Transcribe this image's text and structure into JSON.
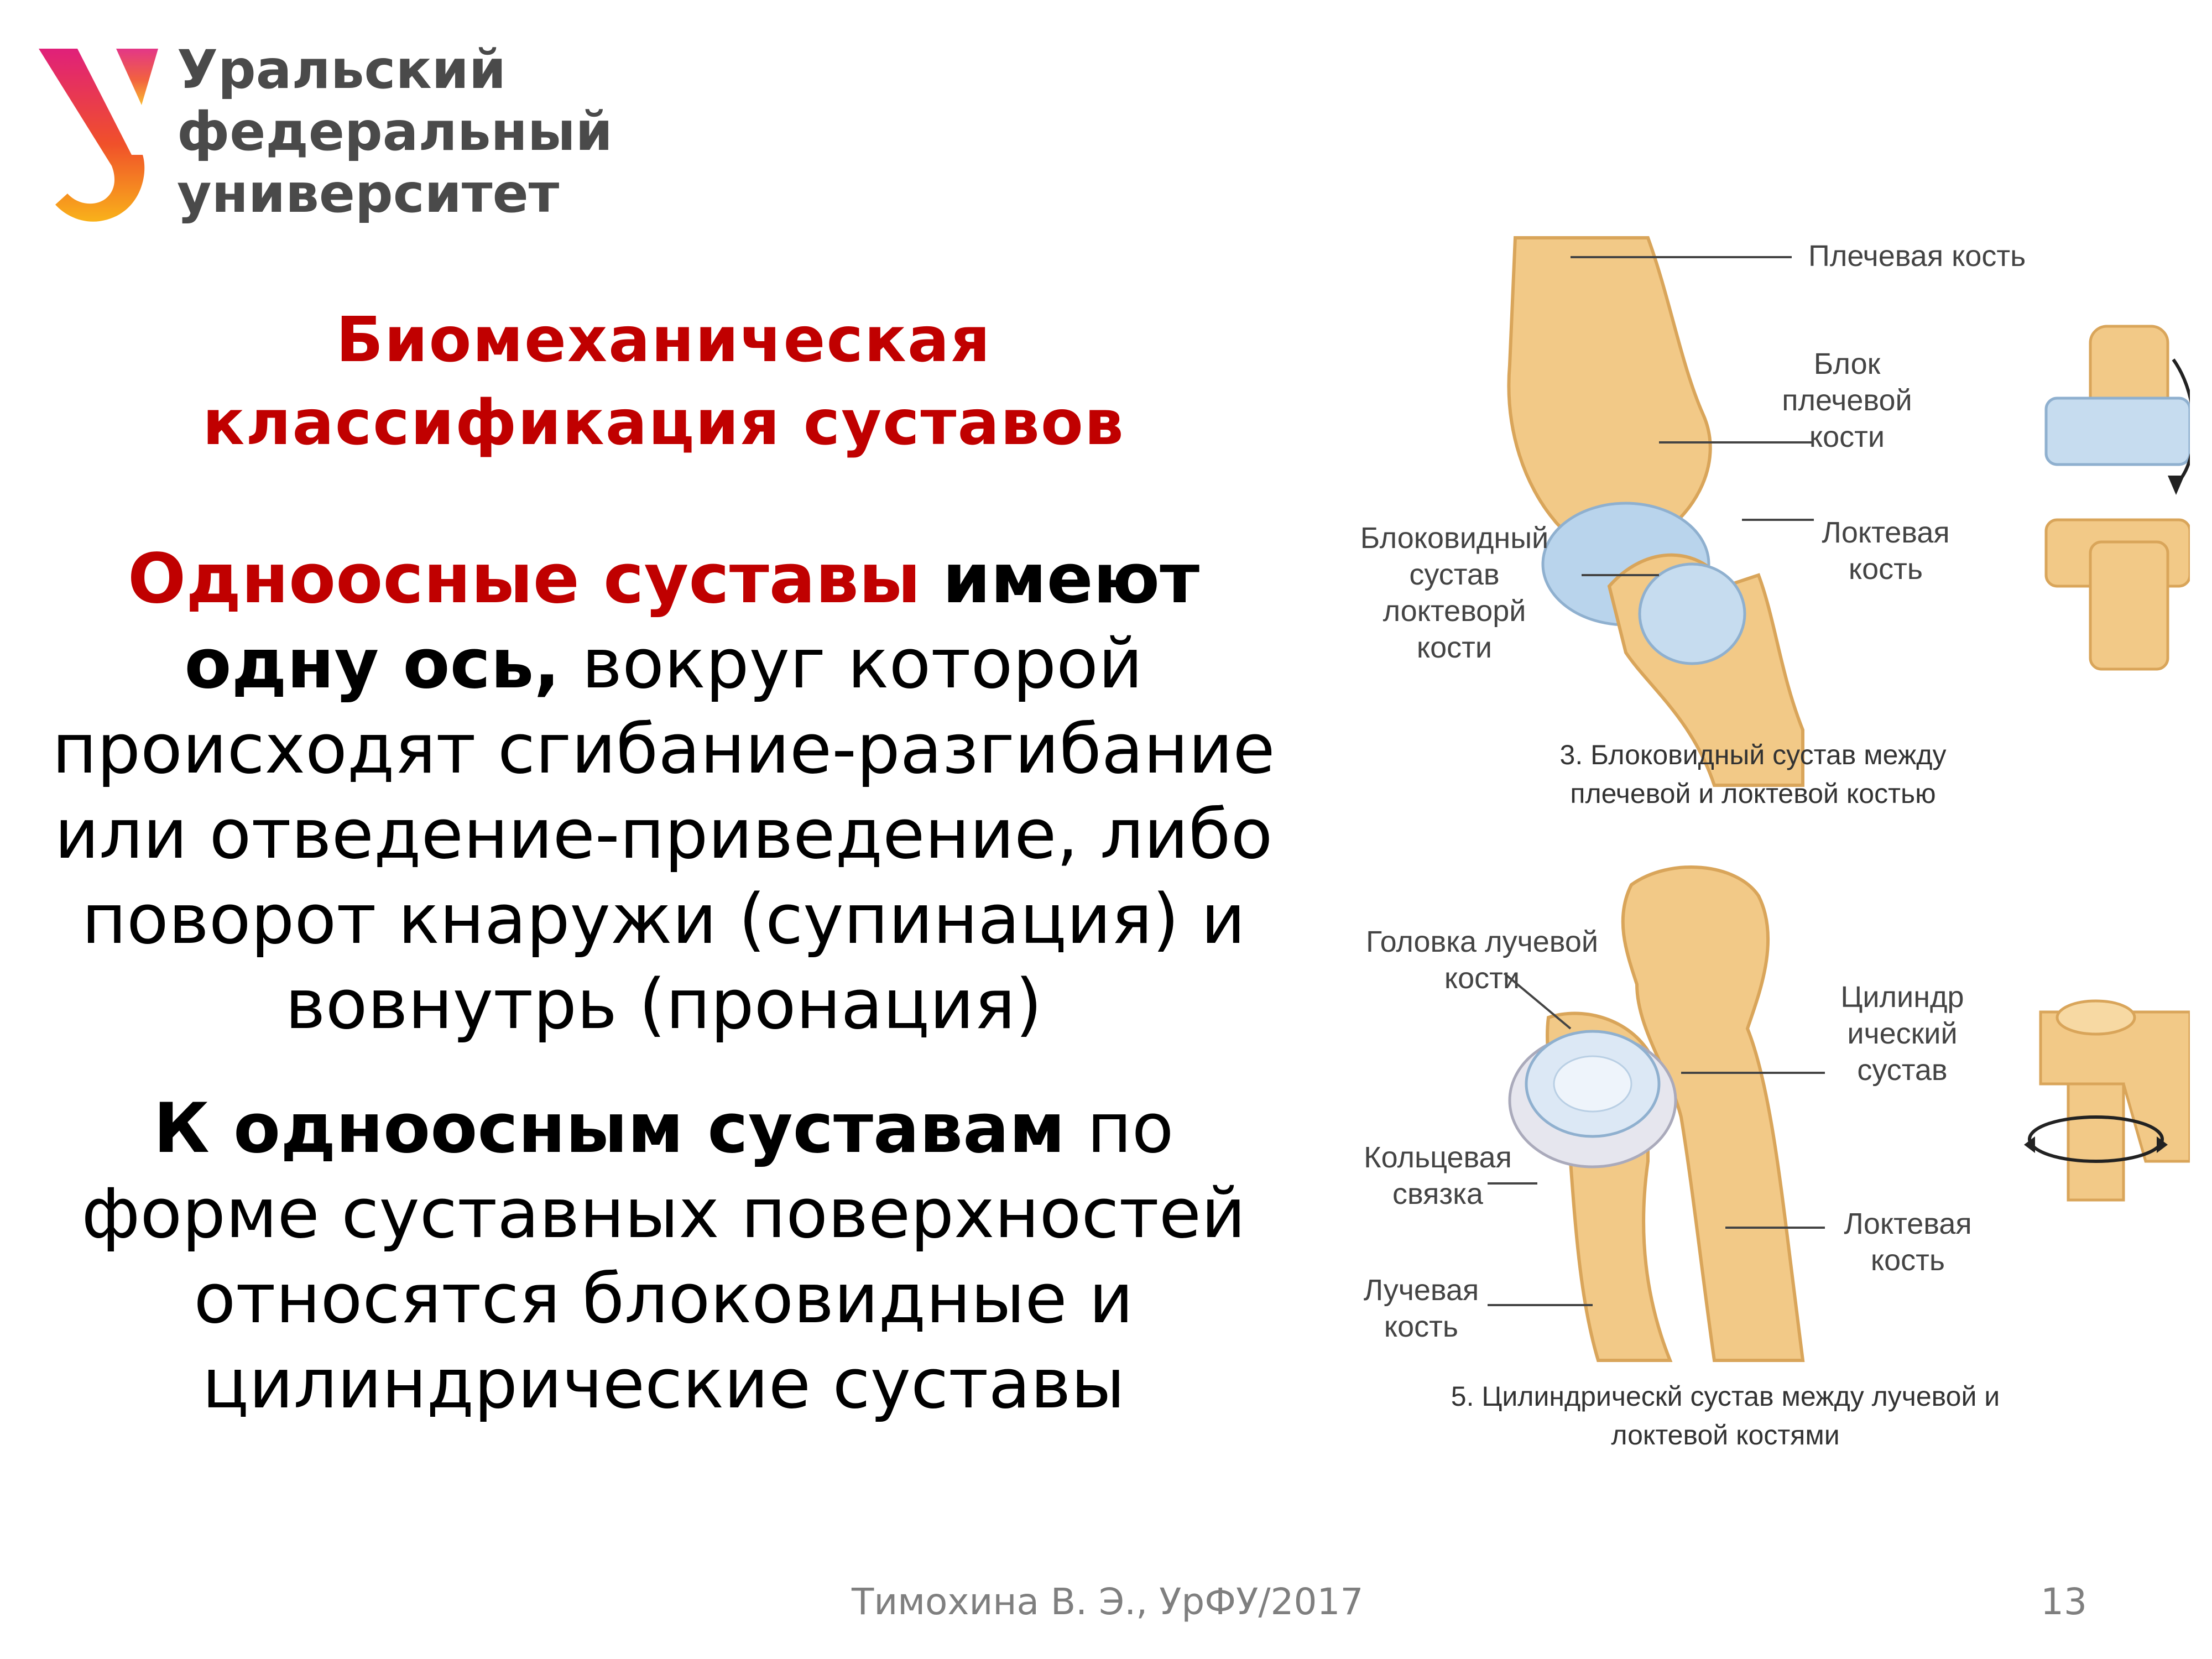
{
  "logo": {
    "line1": "Уральский",
    "line2": "федеральный",
    "line3": "университет"
  },
  "title": {
    "line1": "Биомеханическая",
    "line2": "классификация суставов"
  },
  "para1": {
    "red": "Одноосные суставы",
    "bold": "имеют одну ось,",
    "rest": "вокруг которой происходят сгибание-разгибание или отведение-приведение, либо поворот кнаружи (супинация) и вовнутрь (пронация)"
  },
  "para2": {
    "bold": "К одноосным суставам",
    "rest": "по форме суставных поверхностей относятся блоковидные и цилиндрические суставы"
  },
  "figure1": {
    "label_humerus": "Плечевая кость",
    "label_trochlea": "Блок\nплечевой\nкости",
    "label_joint": "Блоковидный\nсустав\nлоктеворй\nкости",
    "label_ulna": "Локтевая\nкость",
    "caption": "3. Блоковидный сустав между\nплечевой и локтевой костью"
  },
  "figure2": {
    "label_radial_head": "Головка лучевой\nкости",
    "label_cyl_joint": "Цилиндр\nический\nсустав",
    "label_ligament": "Кольцевая\nсвязка",
    "label_ulna": "Локтевая\nкость",
    "label_radius": "Лучевая\nкость",
    "caption": "5. Цилиндрическй сустав между лучевой и\nлоктевой костями"
  },
  "footer": {
    "author": "Тимохина В. Э., УрФУ/2017",
    "page": "13"
  },
  "colors": {
    "accent_red": "#c00000",
    "bone": "#f2c987",
    "cartilage": "#b9d4ec",
    "footer_gray": "#7f7f7f"
  }
}
